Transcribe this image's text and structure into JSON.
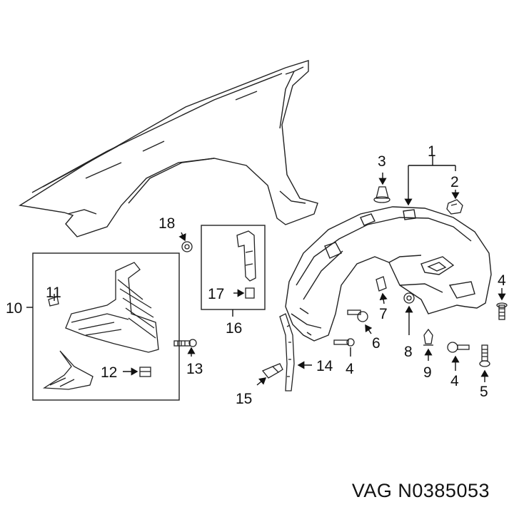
{
  "diagram": {
    "callouts": {
      "c1": "1",
      "c2": "2",
      "c3": "3",
      "c4a": "4",
      "c4b": "4",
      "c4c": "4",
      "c5": "5",
      "c6": "6",
      "c7": "7",
      "c8": "8",
      "c9": "9",
      "c10": "10",
      "c11": "11",
      "c12": "12",
      "c13": "13",
      "c14": "14",
      "c15": "15",
      "c16": "16",
      "c17": "17",
      "c18": "18"
    },
    "part_icons": {
      "fender": "fender-panel-drawing",
      "liner": "wheelhouse-liner-drawing",
      "splash_shield": "splash-shield-drawing",
      "bracket": "mounting-bracket-drawing",
      "fasteners": "bolt-screw-clip-icons"
    }
  },
  "footer": {
    "part_number_label": "VAG N0385053"
  }
}
